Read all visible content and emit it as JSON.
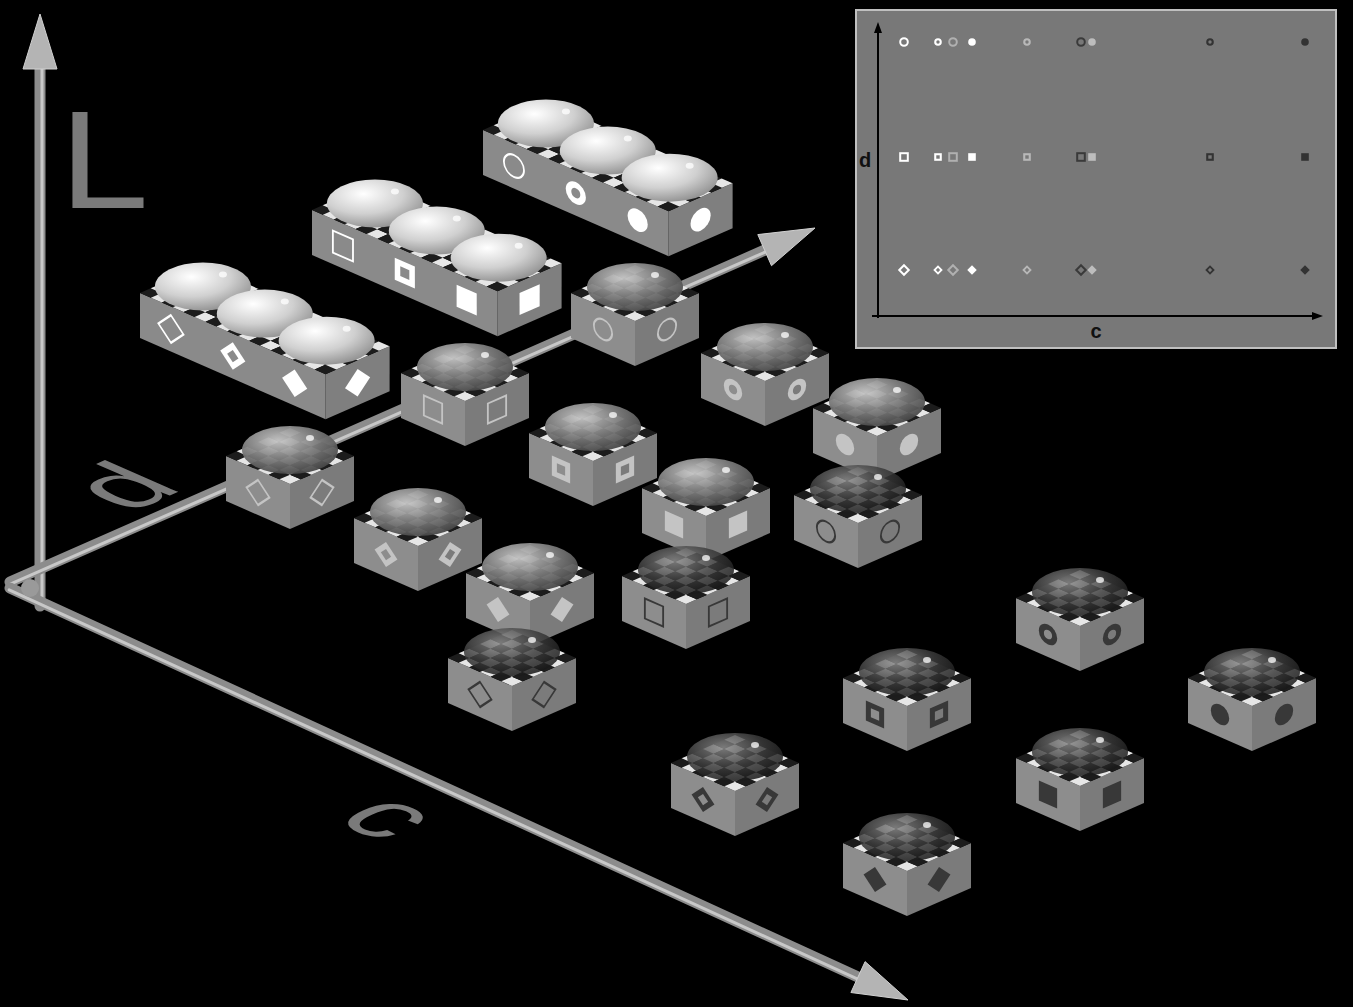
{
  "diagram": {
    "labels": [
      "L",
      "d",
      "c",
      "d",
      "c"
    ]
  }
}
